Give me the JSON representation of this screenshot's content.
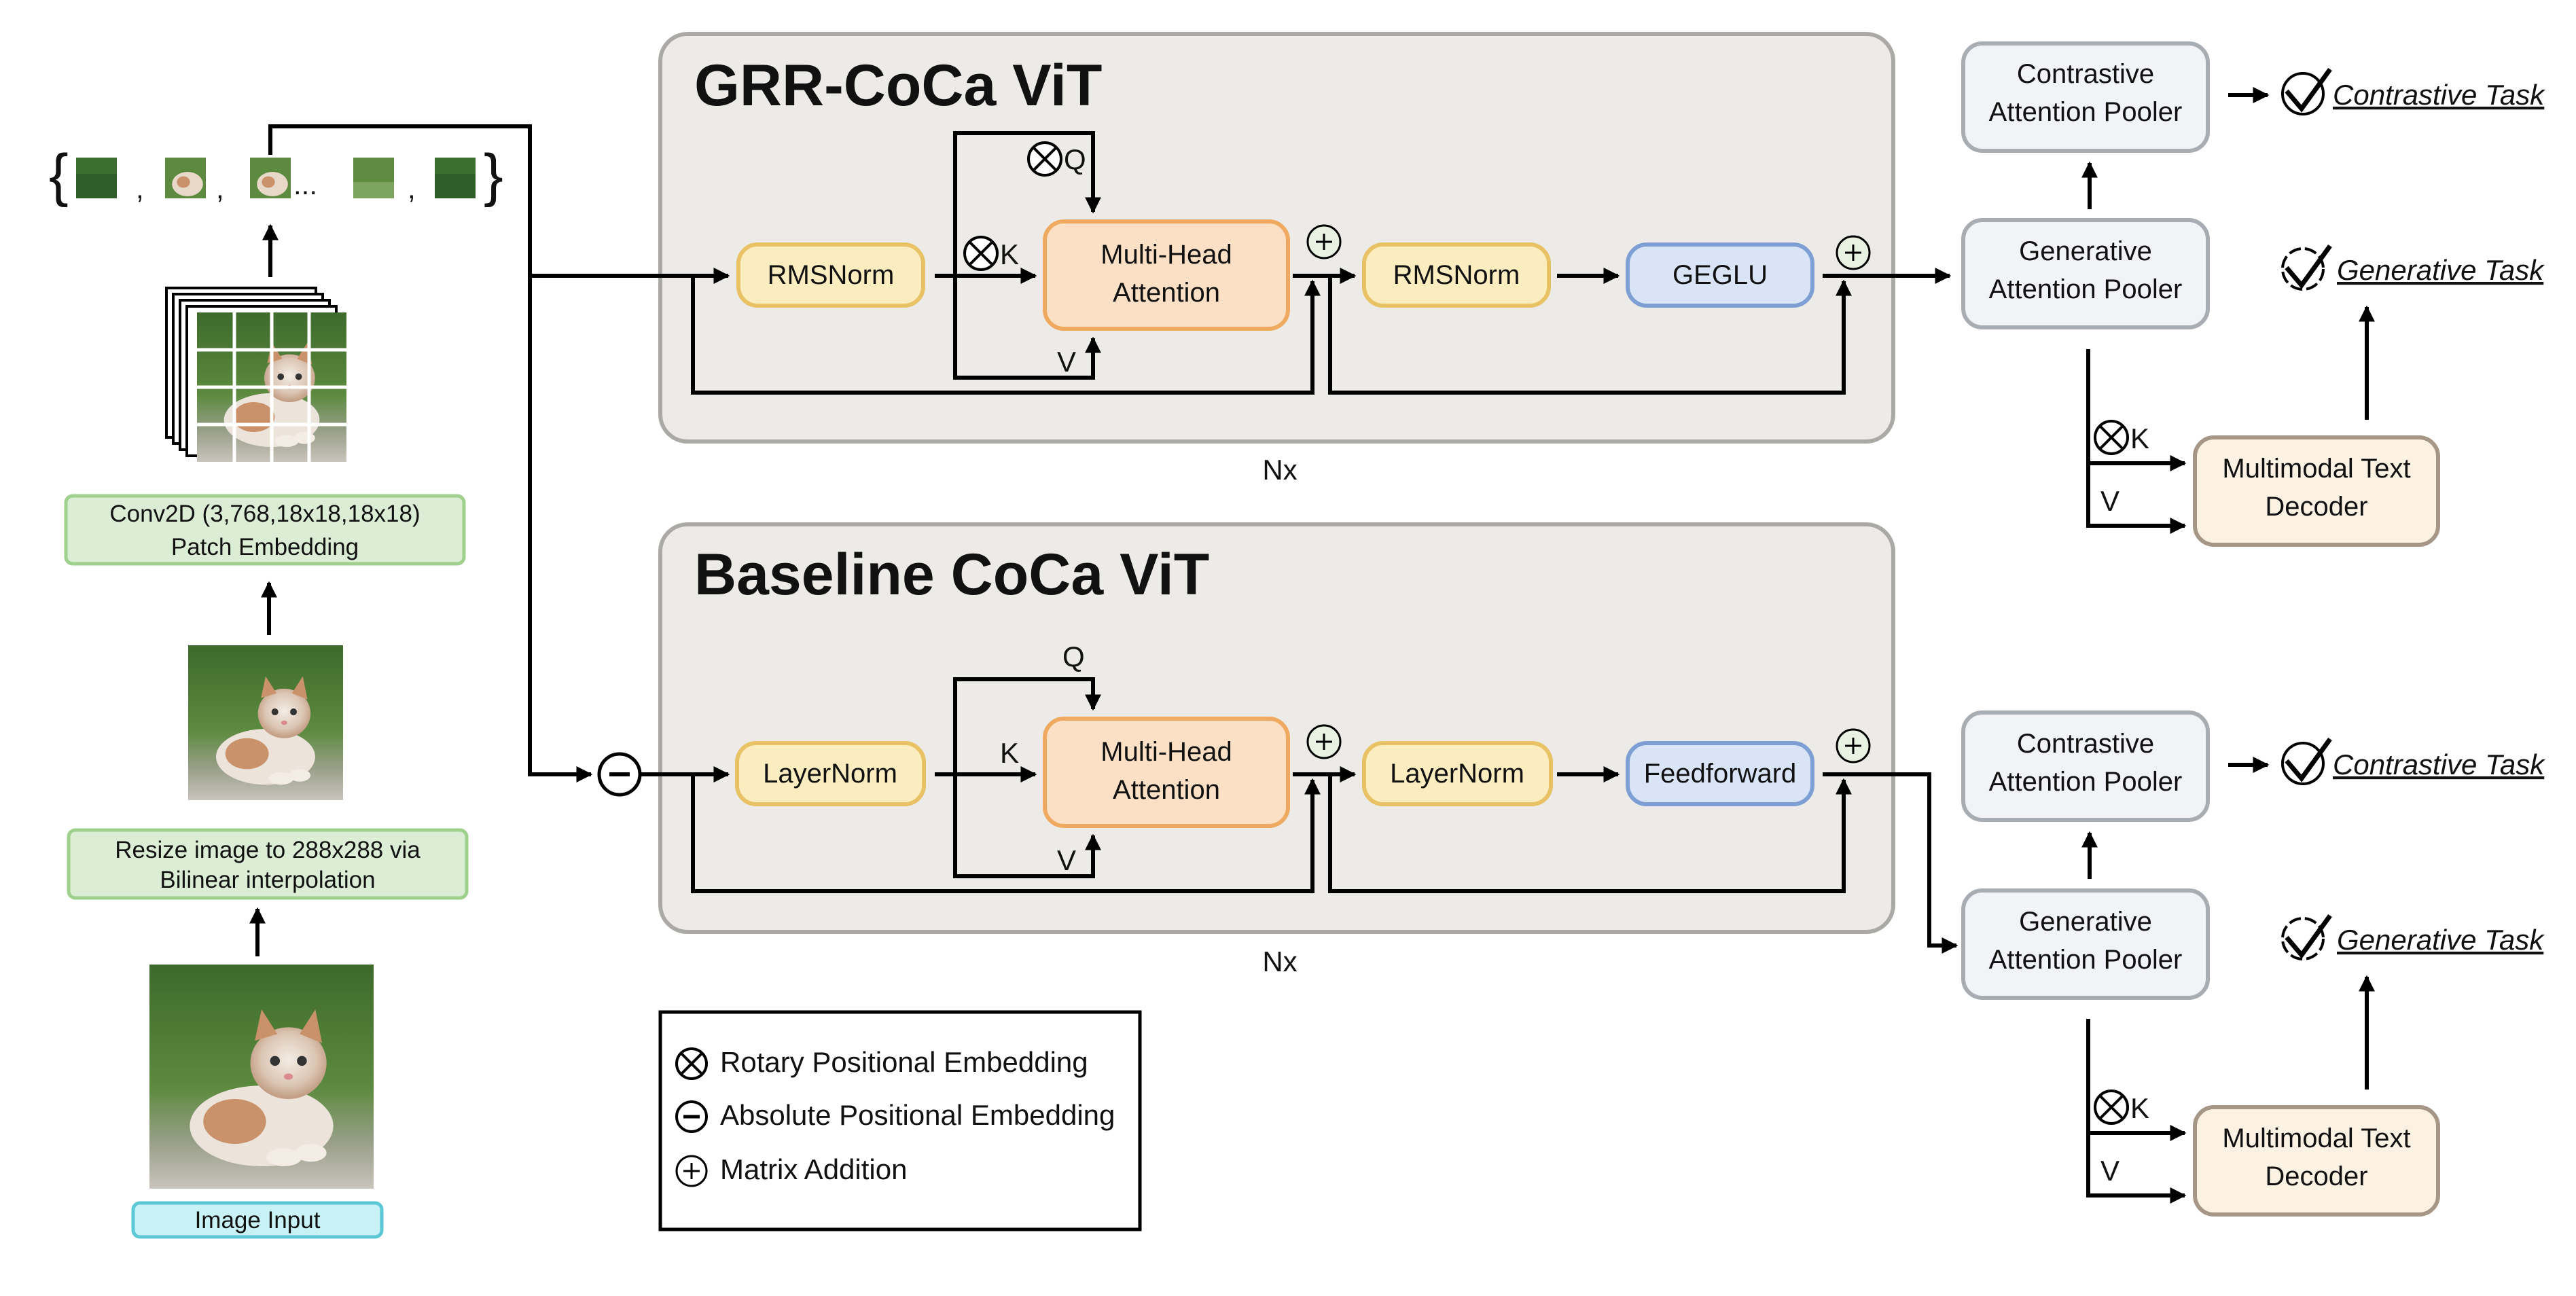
{
  "colors": {
    "panel_fill": "#ecebe7",
    "panel_stroke": "#aaa9a5",
    "norm_fill": "#fcedc0",
    "norm_stroke": "#e8c264",
    "attn_fill": "#fbe0c6",
    "attn_stroke": "#efaa60",
    "ffn_fill": "#d9e5f7",
    "ffn_stroke": "#7d9fd4",
    "pooler_fill": "#f1f3f6",
    "pooler_stroke": "#a8adb4",
    "decoder_fill": "#fcf2e3",
    "decoder_stroke": "#a69686",
    "green_fill": "#dbedd4",
    "green_stroke": "#9fd08c",
    "cyan_fill": "#c9f2f6",
    "cyan_stroke": "#5cc8d6"
  },
  "input": {
    "image_input_label": "Image Input",
    "resize_line1": "Resize image to 288x288 via",
    "resize_line2": "Bilinear interpolation",
    "conv_line1": "Conv2D (3,768,18x18,18x18)",
    "conv_line2": "Patch Embedding",
    "sequence_open": "{",
    "sequence_close": "}",
    "sequence_ellipsis": "..."
  },
  "top": {
    "title": "GRR-CoCa ViT",
    "norm1": "RMSNorm",
    "attn_line1": "Multi-Head",
    "attn_line2": "Attention",
    "norm2": "RMSNorm",
    "ffn": "GEGLU",
    "q": "Q",
    "k": "K",
    "v": "V",
    "repeat": "Nx"
  },
  "bottom": {
    "title": "Baseline CoCa ViT",
    "norm1": "LayerNorm",
    "attn_line1": "Multi-Head",
    "attn_line2": "Attention",
    "norm2": "LayerNorm",
    "ffn": "Feedforward",
    "q": "Q",
    "k": "K",
    "v": "V",
    "repeat": "Nx"
  },
  "heads_top": {
    "contrastive_line1": "Contrastive",
    "contrastive_line2": "Attention Pooler",
    "generative_line1": "Generative",
    "generative_line2": "Attention Pooler",
    "decoder_line1": "Multimodal Text",
    "decoder_line2": "Decoder",
    "k": "K",
    "v": "V",
    "contrastive_task": "Contrastive Task",
    "generative_task": "Generative Task"
  },
  "heads_bottom": {
    "contrastive_line1": "Contrastive",
    "contrastive_line2": "Attention Pooler",
    "generative_line1": "Generative",
    "generative_line2": "Attention Pooler",
    "decoder_line1": "Multimodal Text",
    "decoder_line2": "Decoder",
    "k": "K",
    "v": "V",
    "contrastive_task": "Contrastive Task",
    "generative_task": "Generative Task"
  },
  "legend": {
    "rotary": "Rotary Positional Embedding",
    "absolute": "Absolute Positional Embedding",
    "addition": "Matrix Addition"
  }
}
